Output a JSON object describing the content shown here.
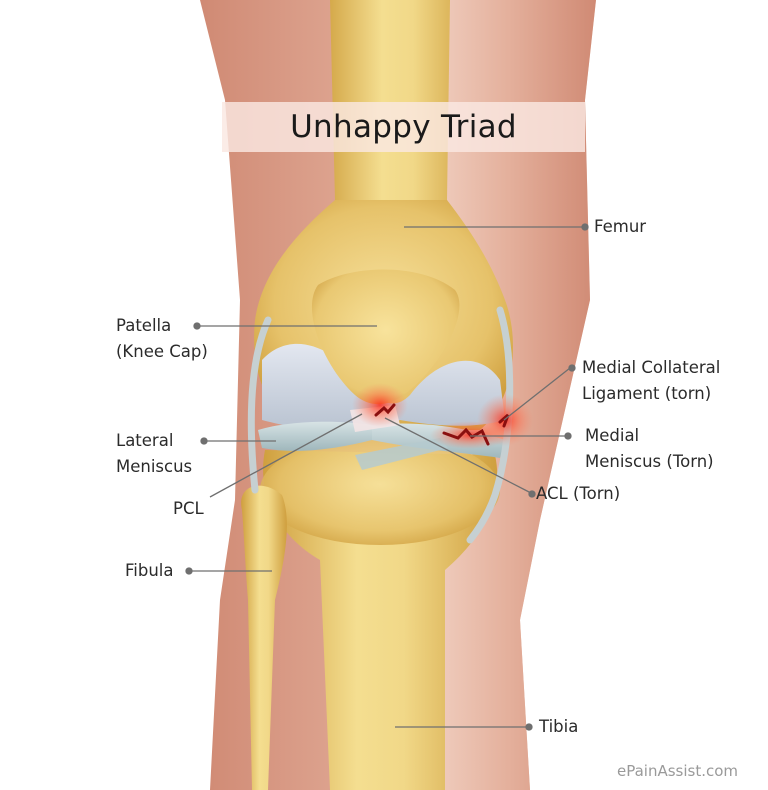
{
  "title": "Unhappy Triad",
  "watermark": "ePainAssist.com",
  "colors": {
    "skin_dark": "#d4917a",
    "skin_light": "#f2d2c4",
    "bone_light": "#f3dc8e",
    "bone_dark": "#d2a445",
    "cartilage": "#c9d3de",
    "meniscus": "#b8ccd0",
    "ligament": "#c6d0d2",
    "injury_red": "#e8231c",
    "tear_dark": "#8a0f0f",
    "leader_line": "#6f6f6f",
    "title_band": "#fae8e2"
  },
  "labels": {
    "femur": "Femur",
    "patella_line1": "Patella",
    "patella_line2": "(Knee Cap)",
    "mcl_line1": "Medial Collateral",
    "mcl_line2": "Ligament (torn)",
    "lateral_meniscus_line1": "Lateral",
    "lateral_meniscus_line2": "Meniscus",
    "medial_meniscus_line1": "Medial",
    "medial_meniscus_line2": "Meniscus (Torn)",
    "pcl": "PCL",
    "acl": "ACL (Torn)",
    "fibula": "Fibula",
    "tibia": "Tibia"
  }
}
